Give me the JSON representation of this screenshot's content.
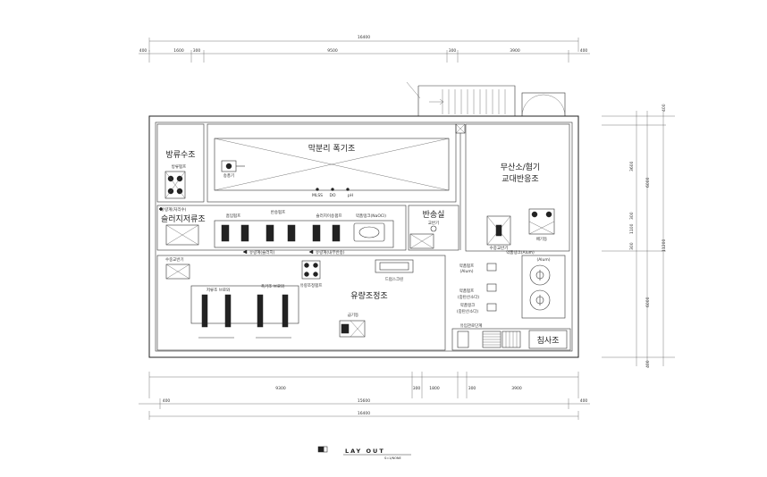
{
  "dimensions": {
    "top_total": "16400",
    "top_segments": [
      "400",
      "1600",
      "300",
      "9500",
      "300",
      "3900",
      "400"
    ],
    "bottom_segments": [
      "9300",
      "300",
      "1800",
      "300",
      "3900"
    ],
    "bottom_mid": [
      "400",
      "15600",
      "400"
    ],
    "bottom_total": "16400",
    "right_segments": [
      "400",
      "3600",
      "300",
      "1100",
      "300",
      "6000"
    ],
    "right_total": "11200",
    "right_outer": [
      "6000",
      "6000",
      "400"
    ]
  },
  "rooms": {
    "membrane_tank": "막분리 폭기조",
    "backwash_tank": "방류수조",
    "sludge_tank": "슬러지저류조",
    "return_room": "반송실",
    "anoxic_tank": "무산소/혐기\n교대반응조",
    "flow_tank": "유량조정조",
    "sedimentation": "침사조"
  },
  "labels": {
    "backwash_pump": "방류펌프",
    "blower_small": "송풍기",
    "sensors": [
      "MLSS",
      "DO",
      "pH"
    ],
    "flowmeter_treated": "유량계(처리수)",
    "suction_pump": "흡입펌프",
    "return_pump": "반송펌프",
    "sludge_pump": "슬러지이송펌프",
    "chem_tank_naocl": "약품탱크(NaOCl)",
    "return_stirrer": "교반기",
    "water_stirrer_1": "수중교반기",
    "dosing_device": "배기등",
    "flowmeter_sludge": "유량계(슬러지)",
    "flowmeter_inflow": "유량계(내부반송)",
    "chem_tank_alum": "약품탱크(Alum)",
    "water_stirrer_2": "수중교반기",
    "flow_adjust_pump": "유량조정펌프",
    "drum_screen": "드럼스크린",
    "chem_pump_1": "약품펌프",
    "chem_pump_1_sub": "(Alum)",
    "chem_pump_2": "약품펌프",
    "chem_pump_2_sub": "(중탄산소다)",
    "chem_tank_2": "약품탱크",
    "chem_tank_2_sub": "(중탄산소다)",
    "blower_group": "저류조 브로와",
    "blower_group_2": "폭기조 브로와",
    "supply_pump": "급기등",
    "pipe_label": "유입관로단계",
    "alum_label": "(Alum)"
  },
  "title": {
    "main": "LAY OUT",
    "scale": "S=1/NONE"
  }
}
